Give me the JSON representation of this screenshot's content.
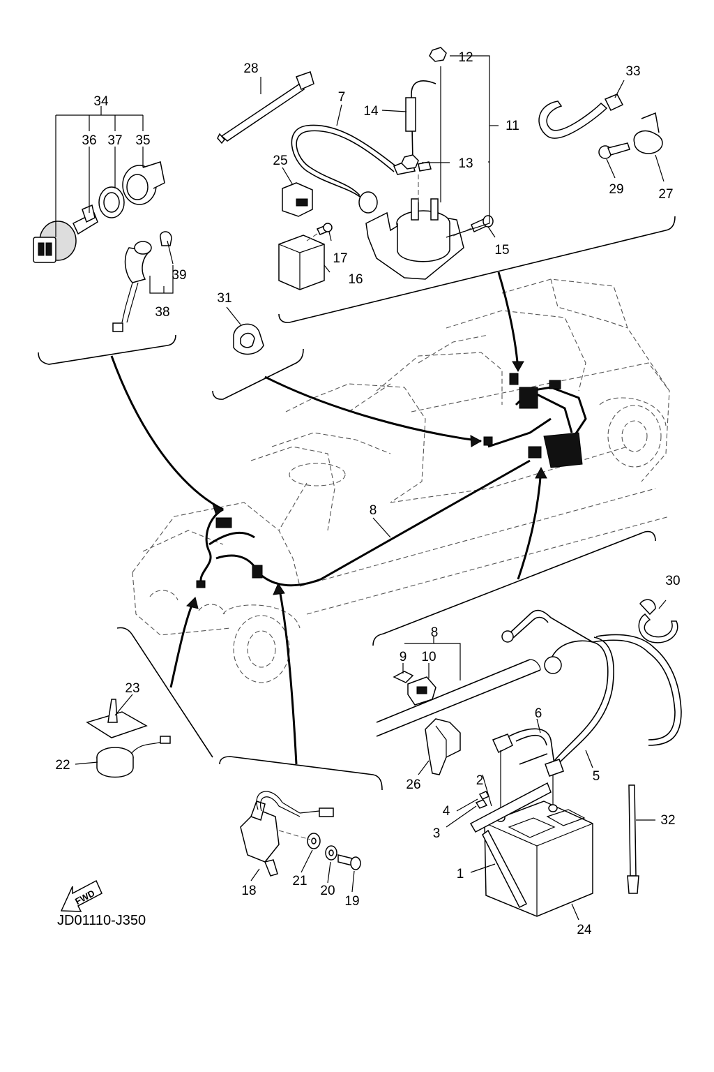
{
  "diagram_code": "JD01110-J350",
  "fwd_label": "FWD",
  "callouts": {
    "c1": "1",
    "c2": "2",
    "c3": "3",
    "c4": "4",
    "c5": "5",
    "c6": "6",
    "c7": "7",
    "c8a": "8",
    "c8b": "8",
    "c9": "9",
    "c10": "10",
    "c11": "11",
    "c12": "12",
    "c13": "13",
    "c14": "14",
    "c15": "15",
    "c16": "16",
    "c17": "17",
    "c18": "18",
    "c19": "19",
    "c20": "20",
    "c21": "21",
    "c22": "22",
    "c23": "23",
    "c24": "24",
    "c25": "25",
    "c26": "26",
    "c27": "27",
    "c28": "28",
    "c29": "29",
    "c30": "30",
    "c31": "31",
    "c32": "32",
    "c33": "33",
    "c34": "34",
    "c35": "35",
    "c36": "36",
    "c37": "37",
    "c38": "38",
    "c39": "39"
  }
}
